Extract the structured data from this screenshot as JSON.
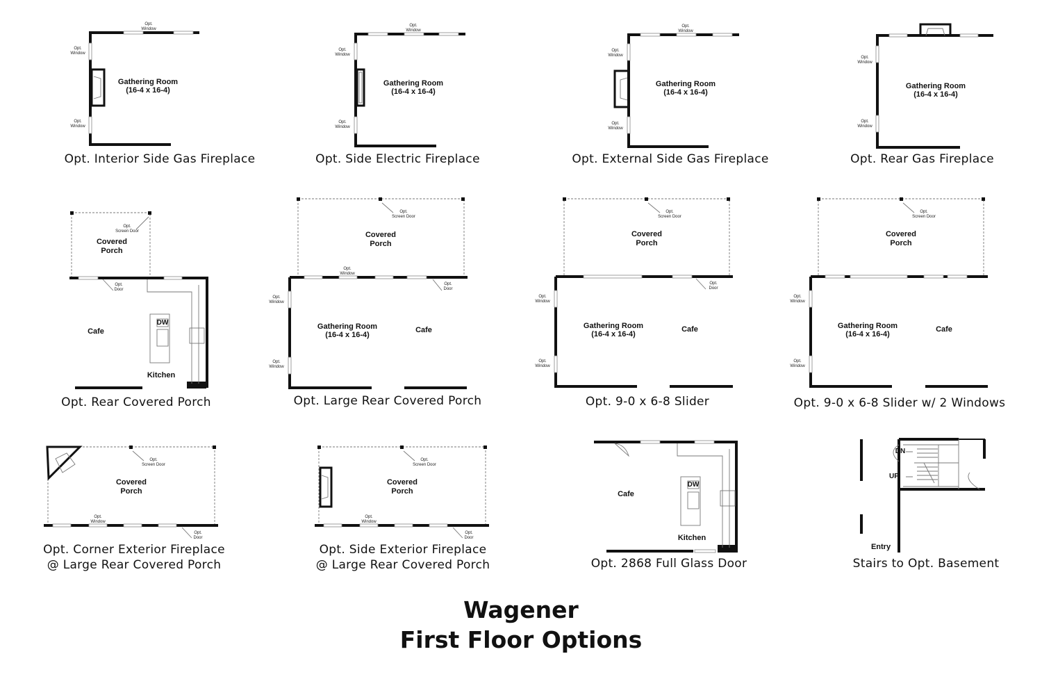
{
  "captions": {
    "interior_side_gas": "Opt. Interior Side Gas Fireplace",
    "side_electric": "Opt. Side Electric Fireplace",
    "external_side_gas": "Opt. External Side Gas Fireplace",
    "rear_gas": "Opt. Rear Gas Fireplace",
    "rear_covered_porch": "Opt. Rear Covered Porch",
    "large_rear_covered_porch": "Opt. Large Rear Covered Porch",
    "slider": "Opt. 9-0 x 6-8 Slider",
    "slider_windows": "Opt. 9-0 x 6-8 Slider w/ 2 Windows",
    "corner_fireplace_l1": "Opt. Corner Exterior Fireplace",
    "corner_fireplace_l2": "@ Large Rear Covered Porch",
    "side_ext_fireplace_l1": "Opt. Side Exterior Fireplace",
    "side_ext_fireplace_l2": "@ Large Rear Covered Porch",
    "full_glass_door": "Opt. 2868 Full Glass Door",
    "stairs_basement": "Stairs to Opt. Basement"
  },
  "labels": {
    "gathering_room": "Gathering Room",
    "gathering_dims": "(16-4 x 16-4)",
    "covered": "Covered",
    "porch": "Porch",
    "cafe": "Cafe",
    "kitchen": "Kitchen",
    "dw": "DW",
    "opt": "Opt.",
    "window": "Window",
    "door": "Door",
    "screen_door": "Screen Door",
    "dn": "DN",
    "up": "UP",
    "entry": "Entry"
  },
  "title": {
    "line1": "Wagener",
    "line2": "First Floor Options"
  }
}
